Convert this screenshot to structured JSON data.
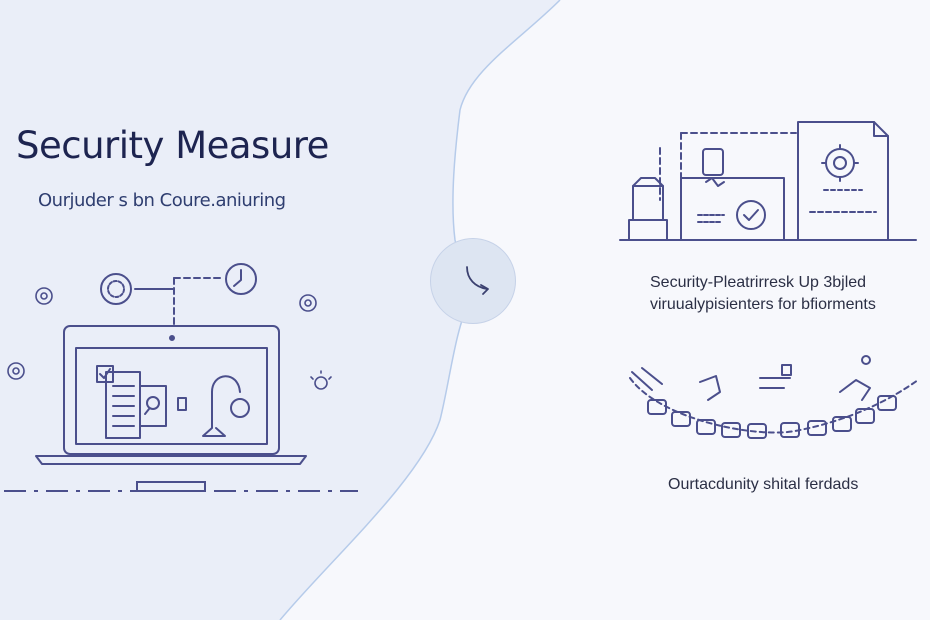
{
  "hero": {
    "title": "Security Measure",
    "subtitle": "Ourjuder s bn Coure.aniuring"
  },
  "captions": {
    "top_line1": "Security-Pleatrirresk Up 3bjled",
    "top_line2": "viruualypisienters for bfiorments",
    "bottom": "Ourtacdunity shital ferdads"
  },
  "colors": {
    "line": "#4b4f8c",
    "line_light": "#6a6fa8",
    "panel_left": "#e8ecf7",
    "divider": "#a9c3e6"
  },
  "icons": [
    "laptop-icon",
    "document-icon",
    "magnifier-icon",
    "lamp-icon",
    "clock-icon",
    "gear-icon",
    "lock-icon",
    "chain-icon",
    "refresh-arrow-icon"
  ]
}
